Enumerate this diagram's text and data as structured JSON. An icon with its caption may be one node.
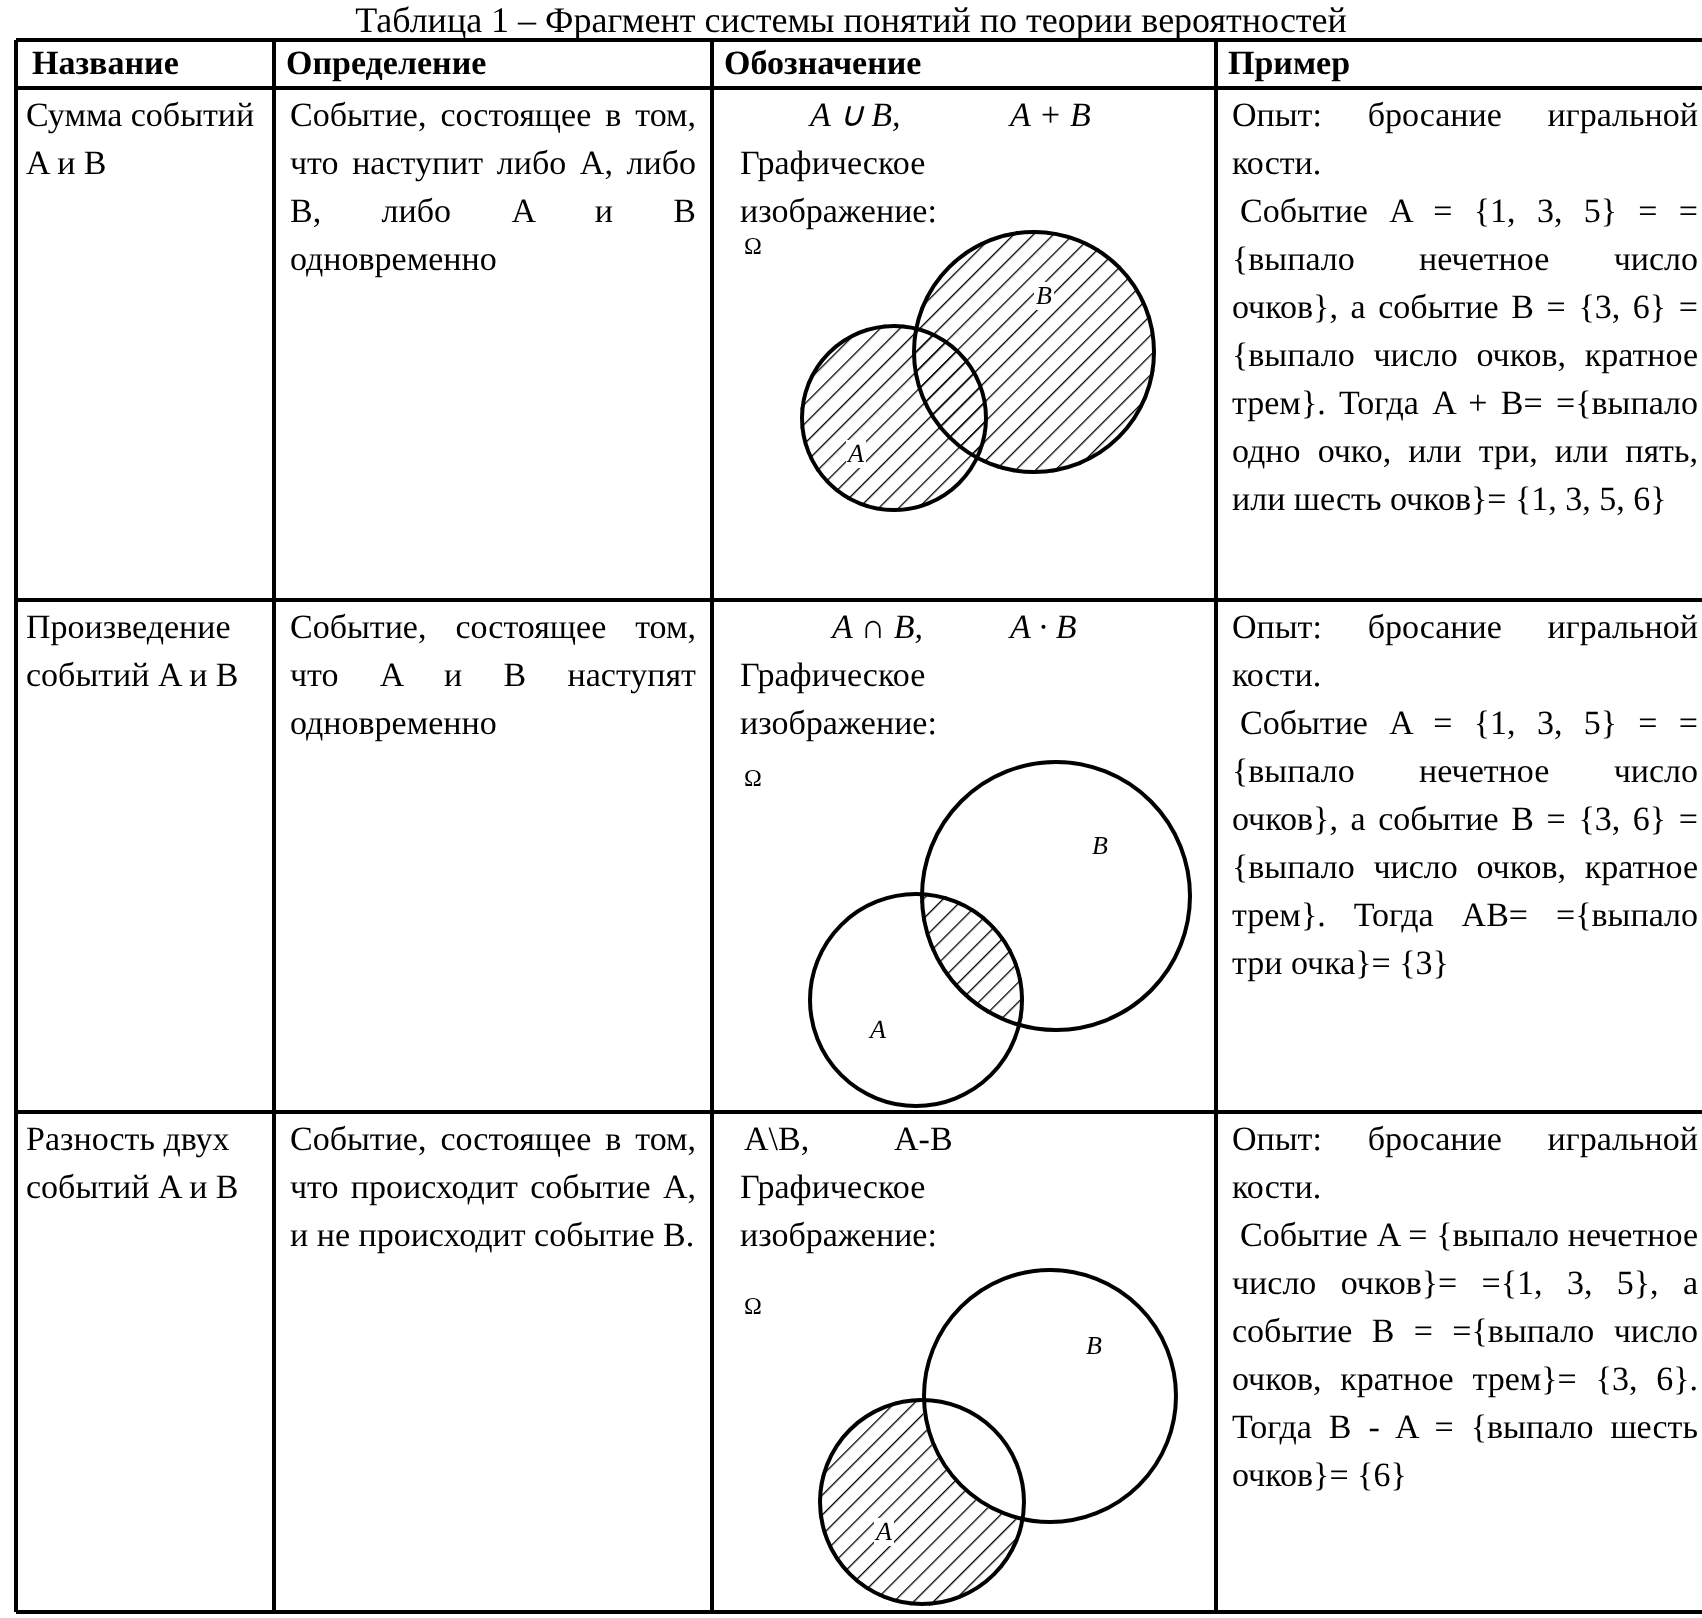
{
  "diagram": {
    "title": "Таблица 1 – Фрагмент системы понятий по теории вероятностей",
    "nodes": [
      {
        "text": [
          "A"
        ]
      },
      {
        "text": [
          "B"
        ]
      },
      {
        "text": [
          "A"
        ]
      },
      {
        "text": [
          "B"
        ]
      },
      {
        "text": [
          "A"
        ]
      },
      {
        "text": [
          "B"
        ]
      }
    ],
    "labels": [
      "Название",
      "Определение",
      "Обозначение",
      "Пример",
      "Сумма событий A и B",
      "Событие, состоящее в том, что наступит либо A, либо B, либо A и B одновременно",
      "A ∪ B,",
      "A + B",
      "Графическое изображение:",
      "Ω",
      "Опыт: бросание игральной кости.",
      "Событие A = {1, 3, 5} = ={выпало нечетное число очков}, а событие B = {3, 6} = {выпало число очков, кратное трем}. Тогда A + B= ={выпало одно очко, или три, или пять, или шесть очков}= {1, 3, 5, 6}",
      "Произведение событий A и B",
      "Событие, состоящее том, что A и B наступят одновременно",
      "A ∩ B,",
      "A · B",
      "Графическое изображение:",
      "Ω",
      "Опыт: бросание игральной кости.",
      "Событие A = {1, 3, 5} = ={выпало нечетное число очков}, а событие B = {3, 6} = {выпало число очков, кратное трем}. Тогда AB= ={выпало три очка}= {3}",
      "Разность двух событий A и B",
      "Событие, состоящее в том, что происходит событие A, и не происходит событие B.",
      "A\\B,",
      "A-B",
      "Графическое изображение:",
      "Ω",
      "Опыт: бросание игральной кости.",
      "Событие A = {выпало нечетное число очков}= ={1, 3, 5}, а событие B = ={выпало число очков, кратное трем}= {3, 6}. Тогда B - A = {выпало шесть очков}= {6}"
    ]
  }
}
